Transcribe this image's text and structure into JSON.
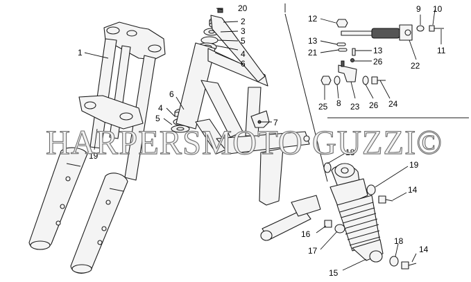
{
  "watermark": "HARPERSMOTO GUZZI©",
  "callouts": [
    {
      "id": "c1",
      "label": "1"
    },
    {
      "id": "c2",
      "label": "2"
    },
    {
      "id": "c3",
      "label": "3"
    },
    {
      "id": "c4a",
      "label": "4"
    },
    {
      "id": "c5a",
      "label": "5"
    },
    {
      "id": "c6a",
      "label": "6"
    },
    {
      "id": "c20",
      "label": "20"
    },
    {
      "id": "c6b",
      "label": "6"
    },
    {
      "id": "c4b",
      "label": "4"
    },
    {
      "id": "c5b",
      "label": "5"
    },
    {
      "id": "c7",
      "label": "7"
    },
    {
      "id": "c19a",
      "label": "19"
    },
    {
      "id": "c12",
      "label": "12"
    },
    {
      "id": "c9",
      "label": "9"
    },
    {
      "id": "c10",
      "label": "10"
    },
    {
      "id": "c11",
      "label": "11"
    },
    {
      "id": "c13a",
      "label": "13"
    },
    {
      "id": "c21",
      "label": "21"
    },
    {
      "id": "c13b",
      "label": "13"
    },
    {
      "id": "c26a",
      "label": "26"
    },
    {
      "id": "c22",
      "label": "22"
    },
    {
      "id": "c25",
      "label": "25"
    },
    {
      "id": "c8",
      "label": "8"
    },
    {
      "id": "c23",
      "label": "23"
    },
    {
      "id": "c26b",
      "label": "26"
    },
    {
      "id": "c24",
      "label": "24"
    },
    {
      "id": "c18a",
      "label": "18"
    },
    {
      "id": "c19b",
      "label": "19"
    },
    {
      "id": "c14a",
      "label": "14"
    },
    {
      "id": "c16",
      "label": "16"
    },
    {
      "id": "c17",
      "label": "17"
    },
    {
      "id": "c15",
      "label": "15"
    },
    {
      "id": "c18b",
      "label": "18"
    },
    {
      "id": "c14b",
      "label": "14"
    }
  ]
}
